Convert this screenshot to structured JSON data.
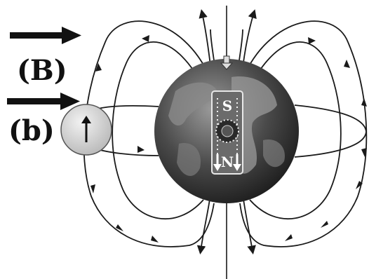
{
  "labels": {
    "big_field": "(B)",
    "small_field": "(b)",
    "pole_top": "S",
    "pole_bottom": "N"
  },
  "colors": {
    "field_lines": "#1a1a1a",
    "ocean": "#3a3a3a",
    "land": "#8a8a8a",
    "small_sphere": "#dcdcdc",
    "magnet_fill": "#6b6b6b"
  },
  "icons": {
    "big_field_arrow": "right-arrow-icon",
    "small_field_arrow": "right-arrow-icon",
    "compass_needle": "up-arrow-icon",
    "north_arrow": "down-arrow-icon",
    "core": "sun-icon"
  }
}
